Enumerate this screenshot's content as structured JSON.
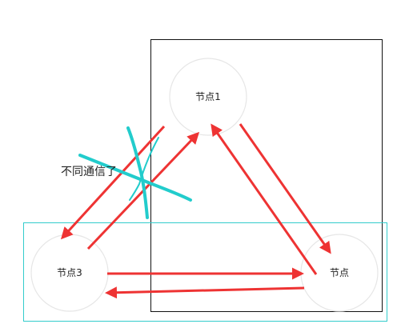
{
  "nodes": {
    "node1": {
      "label": "节点1"
    },
    "node2": {
      "label": "节点"
    },
    "node3": {
      "label": "节点3"
    }
  },
  "annotation": {
    "text": "不同通信了"
  },
  "colors": {
    "arrow": "#ee3333",
    "arrow_thin": "#ee4444",
    "region_black": "#111111",
    "region_cyan": "#33cccc",
    "cross_mark": "#22cccc",
    "node_outline": "#e6e6e6"
  }
}
